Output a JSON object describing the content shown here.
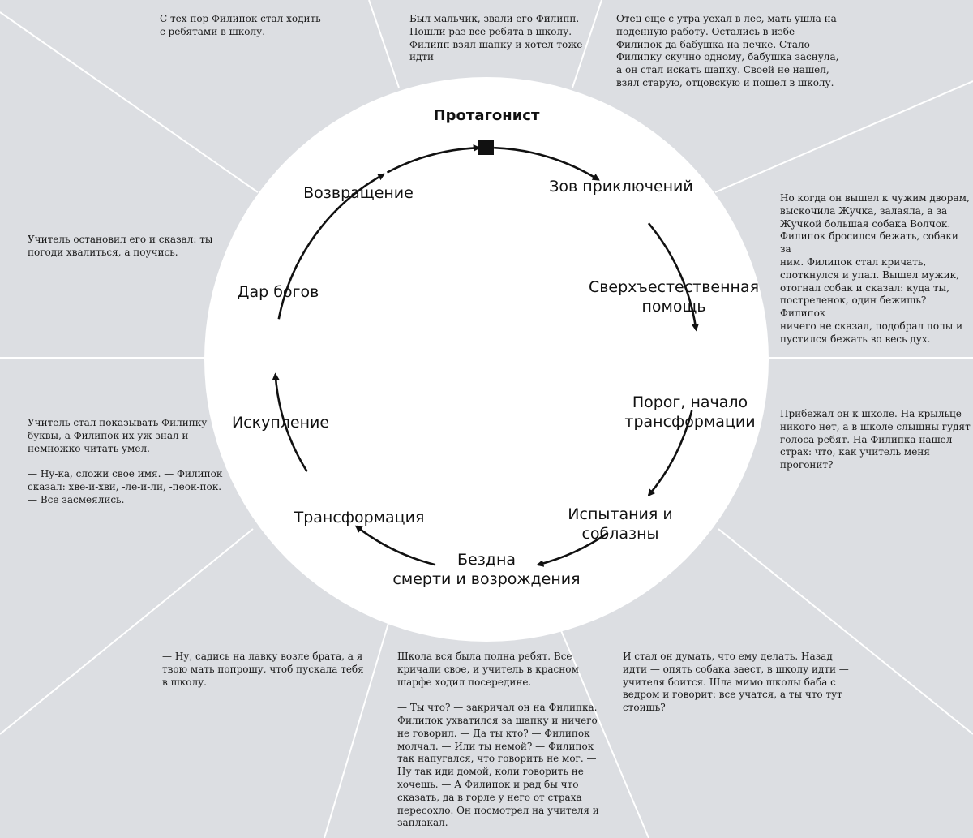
{
  "diagram": {
    "title": "Протагонист",
    "stages": [
      {
        "id": "call",
        "label": "Зов приключений"
      },
      {
        "id": "aid",
        "label": "Сверхъестественная\nпомощь"
      },
      {
        "id": "threshold",
        "label": "Порог, начало\nтрансформации"
      },
      {
        "id": "trials",
        "label": "Испытания и\nсоблазны"
      },
      {
        "id": "abyss",
        "label": "Бездна\nсмерти и возрождения"
      },
      {
        "id": "transformation",
        "label": "Трансформация"
      },
      {
        "id": "atonement",
        "label": "Искупление"
      },
      {
        "id": "gift",
        "label": "Дар богов"
      },
      {
        "id": "return",
        "label": "Возвращение"
      }
    ]
  },
  "notes": {
    "top_left": "С тех пор Филипок стал ходить\nс ребятами в школу.",
    "top_center": "Был мальчик, звали его Филипп.\nПошли раз все ребята в школу.\nФилипп взял шапку и хотел тоже\nидти",
    "top_right": "Отец еще с утра уехал в лес, мать ушла на\nподенную работу. Остались в избе\nФилипок да бабушка на печке. Стало\nФилипку скучно одному, бабушка заснула,\nа он стал искать шапку. Своей не нашел,\nвзял старую, отцовскую и пошел в школу.",
    "right_upper": "Но когда он вышел к чужим дворам,\nвыскочила Жучка, залаяла, а за\nЖучкой большая собака Волчок.\nФилипок бросился бежать, собаки за\nним. Филипок стал кричать,\nспоткнулся и упал. Вышел мужик,\nотогнал собак и сказал: куда ты,\nпостреленок, один бежишь? Филипок\nничего не сказал, подобрал полы и\nпустился бежать во весь дух.",
    "right_lower": "Прибежал он к школе. На крыльце\nникого нет, а в школе слышны гудят\nголоса ребят. На Филипка нашел\nстрах: что, как учитель меня\nпрогонит?",
    "bottom_right": "И стал он думать, что ему делать. Назад\nидти — опять собака заест, в школу идти —\nучителя боится. Шла мимо школы баба с\nведром и говорит: все учатся, а ты что тут\nстоишь?",
    "bottom_center": "Школа вся была полна ребят. Все\nкричали свое, и учитель в красном\nшарфе ходил посередине.\n\n— Ты что? — закричал он на Филипка.\nФилипок ухватился за шапку и ничего\nне говорил. — Да ты кто? — Филипок\nмолчал. — Или ты немой? — Филипок\nтак напугался, что говорить не мог. —\nНу так иди домой, коли говорить не\nхочешь. — А Филипок и рад бы что\nсказать, да в горле у него от страха\nпересохло. Он посмотрел на учителя и\nзаплакал.",
    "bottom_left": "— Ну, садись на лавку возле брата, а я\nтвою мать попрошу, чтоб пускала тебя\nв школу.",
    "left_lower": "Учитель стал показывать Филипку\nбуквы, а Филипок их уж знал и\nнемножко читать умел.\n\n— Ну-ка, сложи свое имя. — Филипок\nсказал: хве-и-хви, -ле-и-ли, -пеок-пок.\n— Все засмеялись.",
    "left_upper": "Учитель остановил его и сказал: ты\nпогоди хвалиться, а поучись."
  },
  "colors": {
    "background": "#dcdee2",
    "circle": "#ffffff",
    "divider": "#ffffff",
    "ink": "#111111"
  }
}
